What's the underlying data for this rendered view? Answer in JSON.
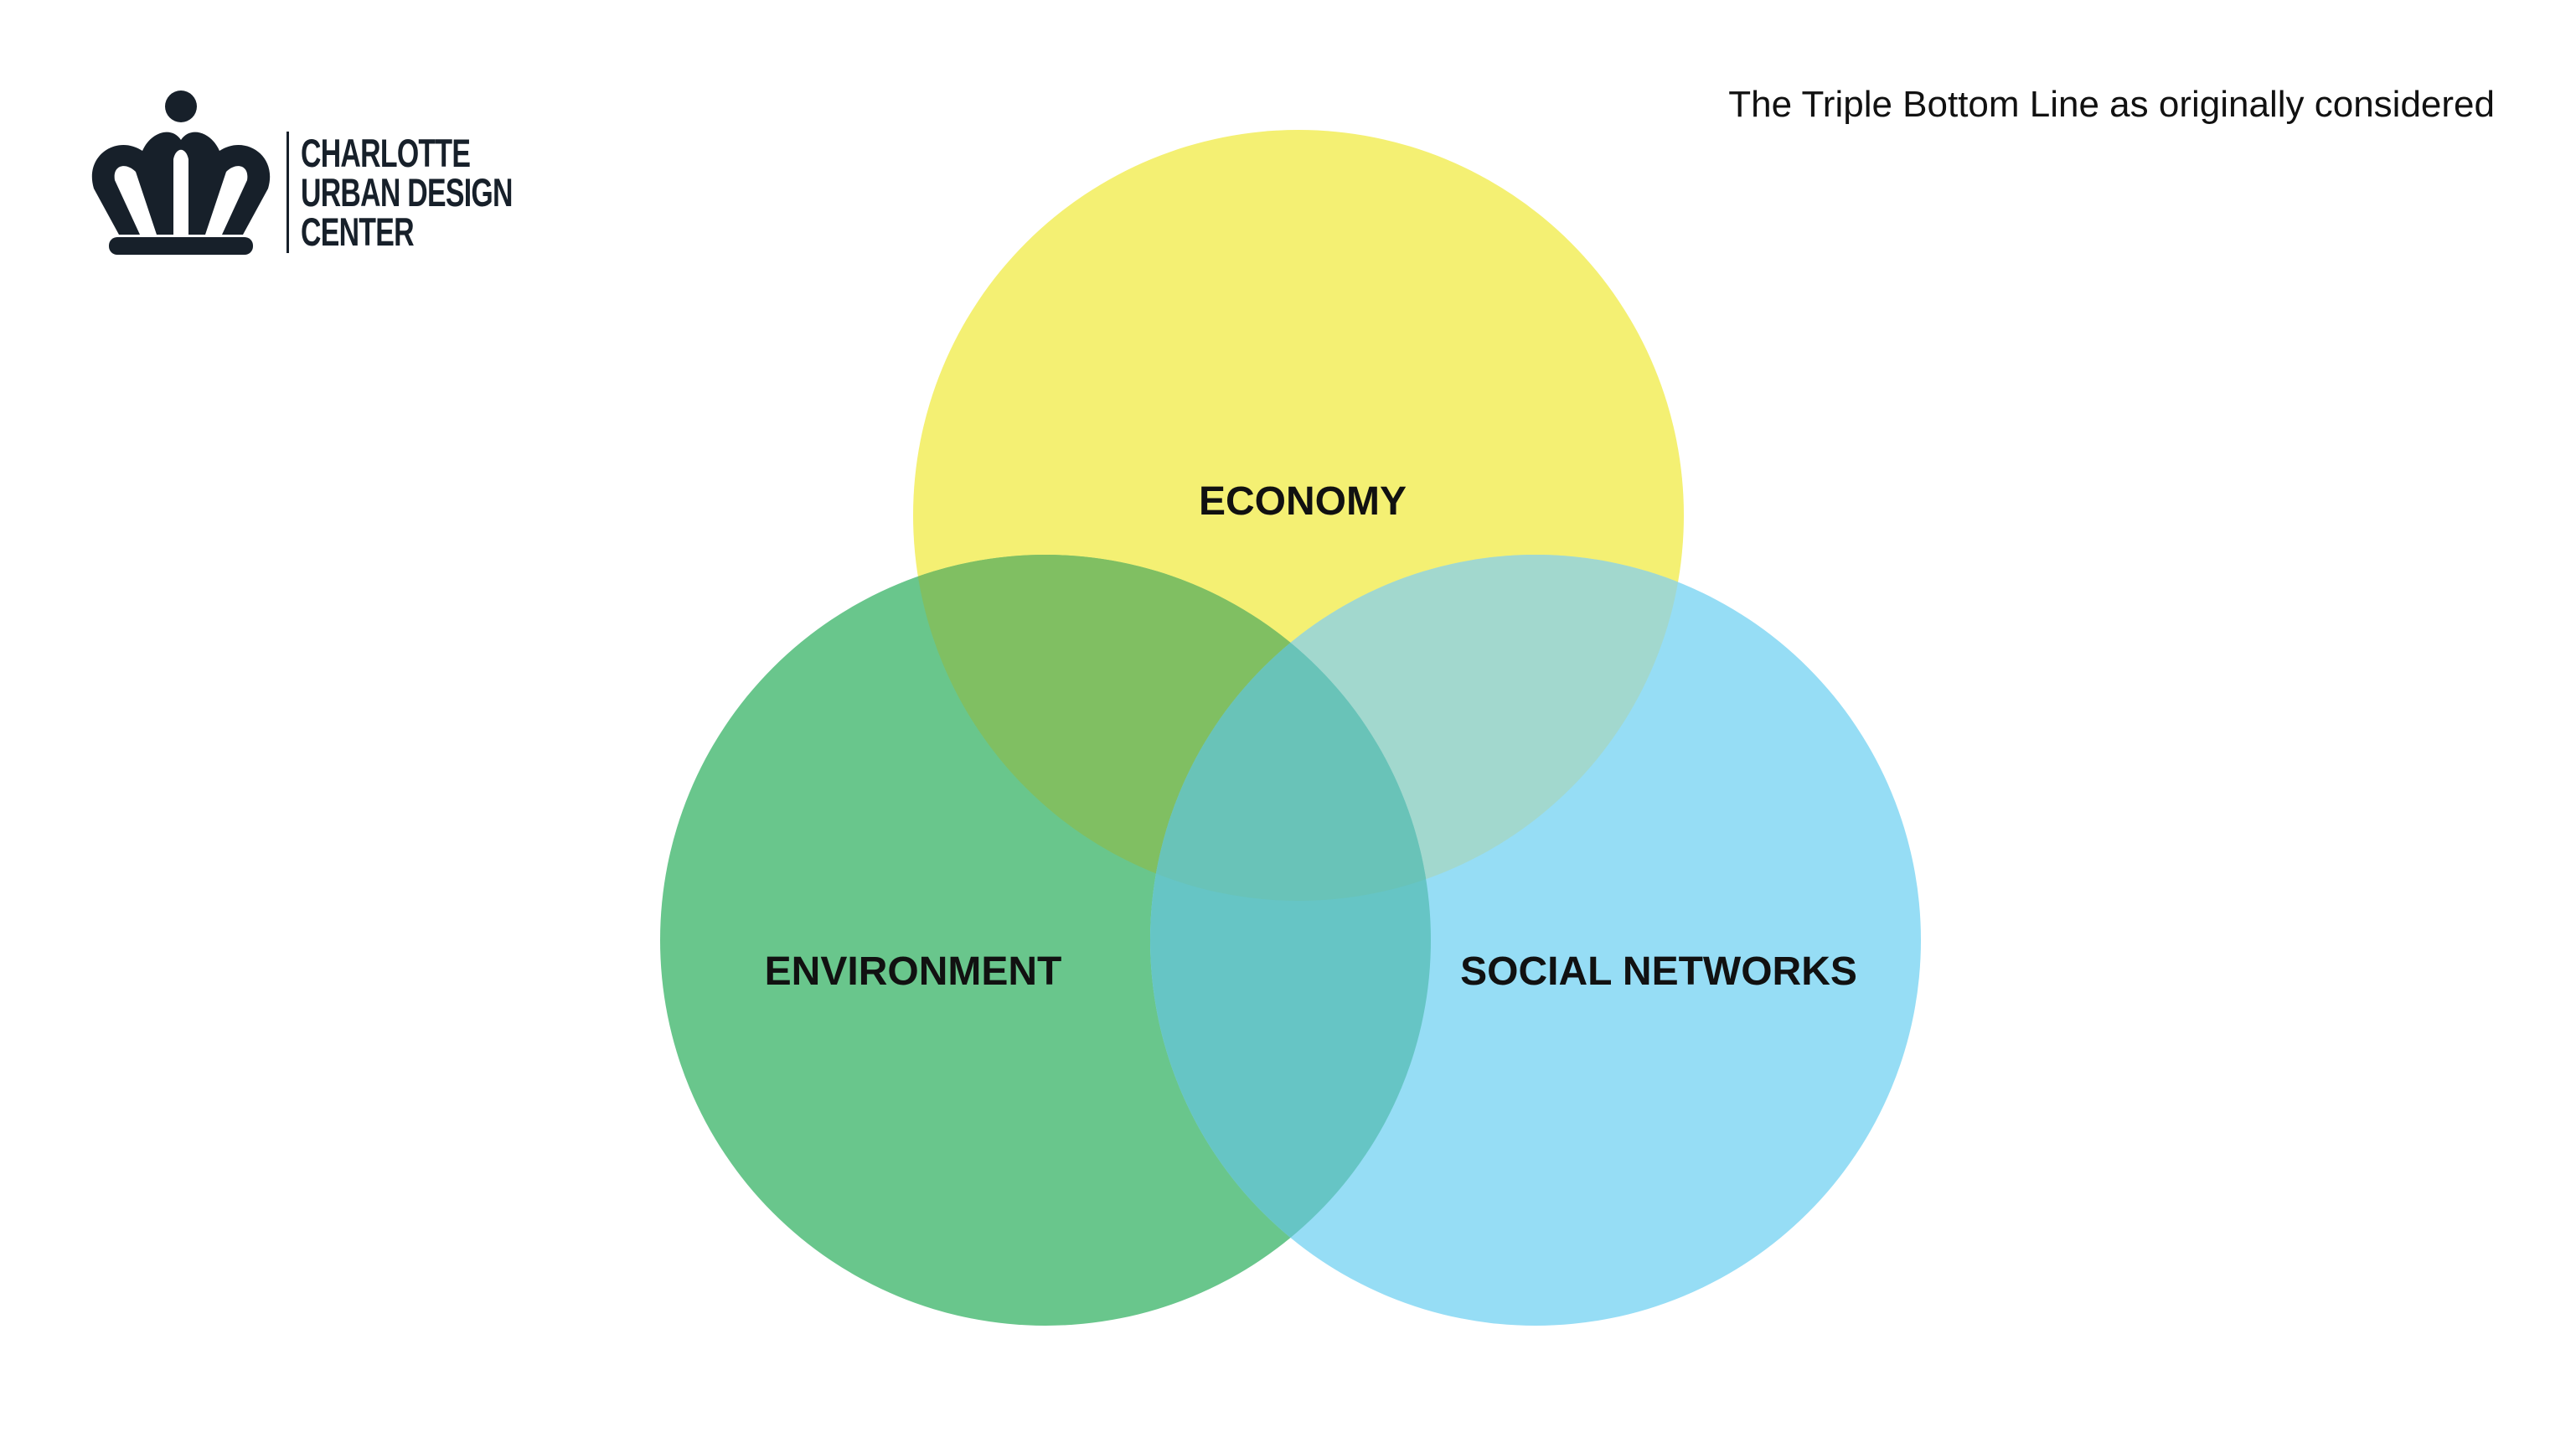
{
  "logo": {
    "lines": [
      "CHARLOTTE",
      "URBAN DESIGN",
      "CENTER"
    ],
    "icon": "crown-icon",
    "color": "#17202a"
  },
  "title": "The Triple Bottom Line as originally considered",
  "diagram": {
    "type": "venn",
    "sets": [
      {
        "label": "ECONOMY",
        "color": "#F4F073"
      },
      {
        "label": "ENVIRONMENT",
        "color": "#69C68C"
      },
      {
        "label": "SOCIAL NETWORKS",
        "color": "#96DDF5"
      }
    ],
    "overlap_colors": {
      "economy_environment": "#80BF62",
      "economy_social": "#A2D8CE",
      "environment_social": "#66C5C5",
      "all_three": "#69C3B8"
    }
  }
}
